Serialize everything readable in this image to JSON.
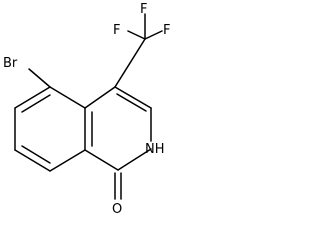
{
  "structure": {
    "atoms": {
      "fluorine_top": "F",
      "fluorine_left": "F",
      "fluorine_right": "F",
      "bromine": "Br",
      "ring_nitrogen": "NH",
      "carbonyl_oxygen": "O"
    }
  },
  "colors": {
    "bond": "#000000",
    "label": "#000000",
    "background": "#ffffff"
  }
}
